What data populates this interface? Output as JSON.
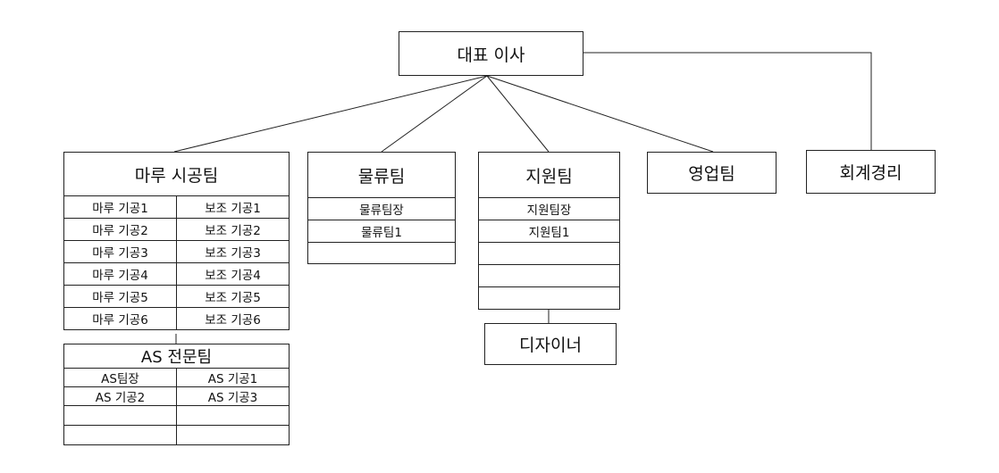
{
  "ceo": {
    "label": "대표 이사"
  },
  "maru_team": {
    "title": "마루 시공팀",
    "rows": [
      [
        "마루 기공1",
        "보조 기공1"
      ],
      [
        "마루 기공2",
        "보조 기공2"
      ],
      [
        "마루 기공3",
        "보조 기공3"
      ],
      [
        "마루 기공4",
        "보조 기공4"
      ],
      [
        "마루 기공5",
        "보조 기공5"
      ],
      [
        "마루 기공6",
        "보조 기공6"
      ]
    ]
  },
  "as_team": {
    "title": "AS 전문팀",
    "rows": [
      [
        "AS팀장",
        "AS 기공1"
      ],
      [
        "AS 기공2",
        "AS 기공3"
      ],
      [
        "",
        ""
      ],
      [
        "",
        ""
      ]
    ]
  },
  "logistics_team": {
    "title": "물류팀",
    "rows": [
      "물류팀장",
      "물류팀1",
      ""
    ]
  },
  "support_team": {
    "title": "지원팀",
    "rows": [
      "지원팀장",
      "지원팀1",
      "",
      "",
      ""
    ]
  },
  "designer": {
    "label": "디자이너"
  },
  "sales_team": {
    "label": "영업팀"
  },
  "accounting": {
    "label": "회계경리"
  }
}
